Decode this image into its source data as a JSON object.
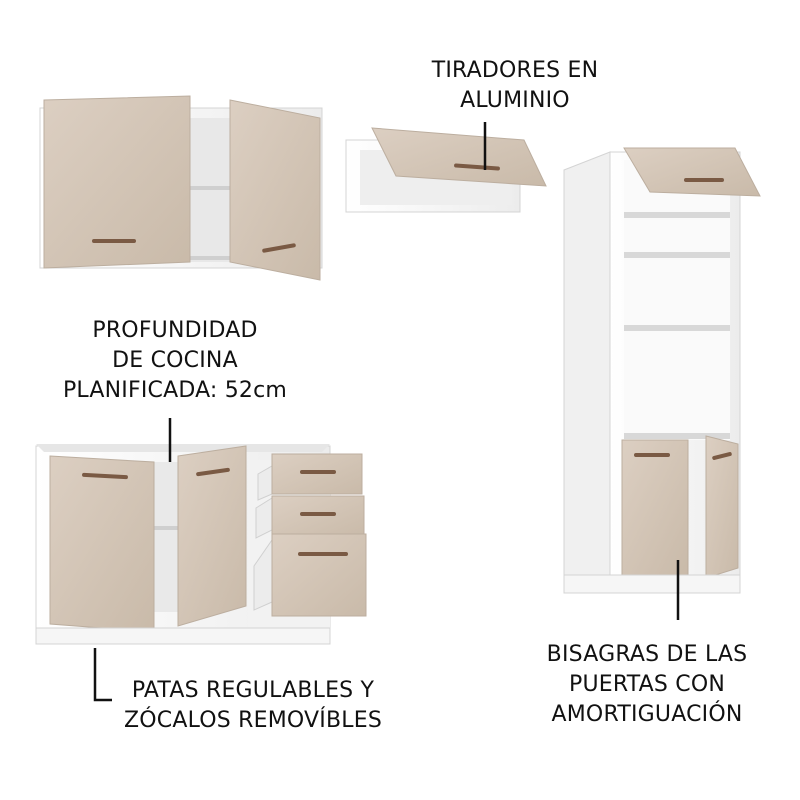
{
  "annotations": {
    "handles": {
      "line1": "TIRADORES EN",
      "line2": "ALUMINIO"
    },
    "depth": {
      "line1": "PROFUNDIDAD",
      "line2": "DE COCINA",
      "line3": "PLANIFICADA: 52cm"
    },
    "feet": {
      "line1": "PATAS REGULABLES Y",
      "line2": "ZÓCALOS REMOVÍBLES"
    },
    "hinges": {
      "line1": "BISAGRAS DE LAS",
      "line2": "PUERTAS CON",
      "line3": "AMORTIGUACIÓN"
    }
  },
  "colors": {
    "cabinet_body": "#f4f4f4",
    "cabinet_edge": "#d9d9d9",
    "door_beige": "#d4c6b8",
    "door_shadow": "#bfb0a1",
    "handle": "#7a5a44",
    "leader_line": "#111111"
  }
}
